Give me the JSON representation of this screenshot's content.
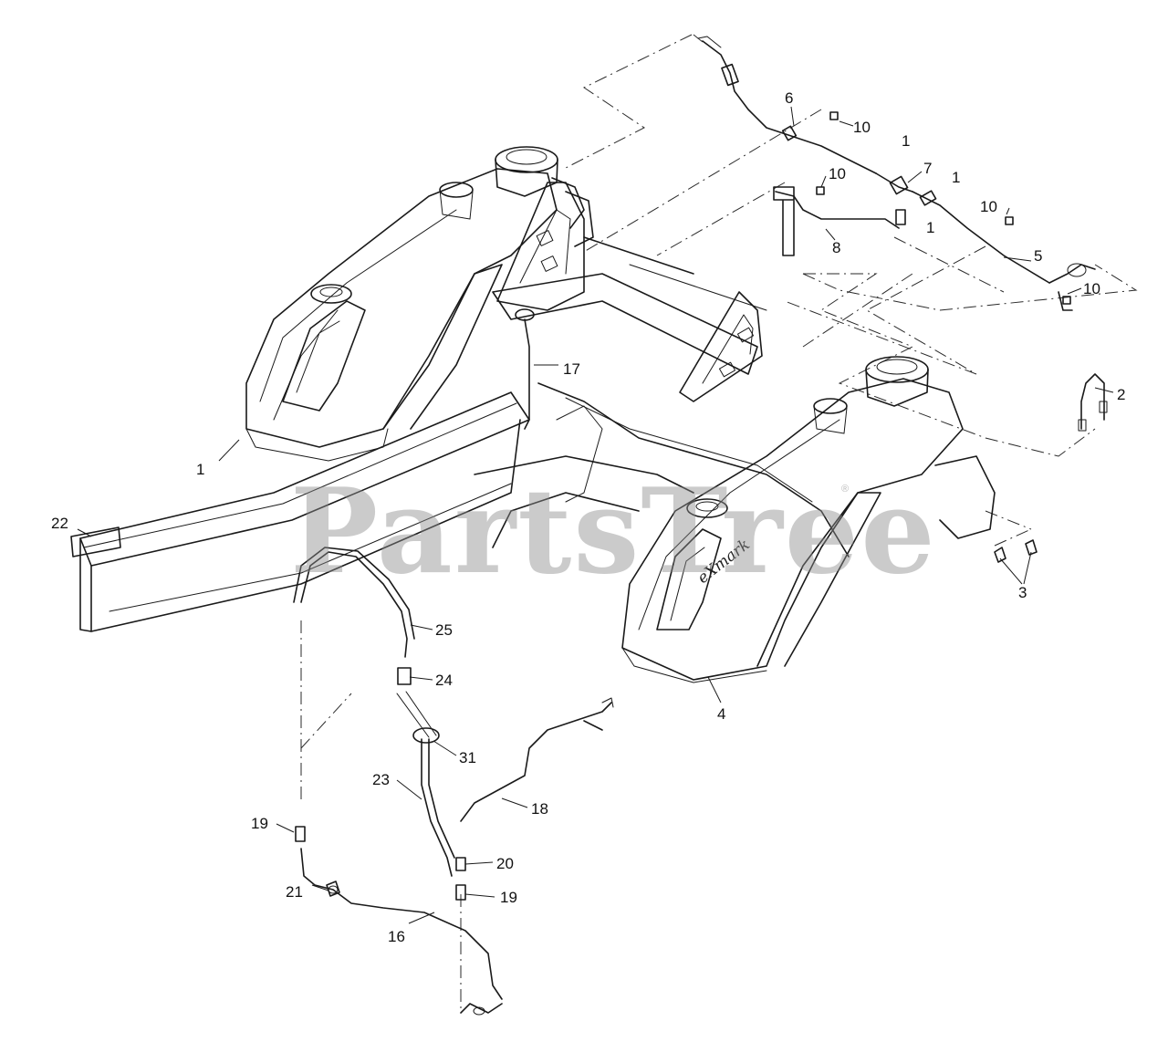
{
  "watermark": {
    "text": "PartsTree",
    "trademark": "®"
  },
  "tank_brand": "eXmark",
  "callouts": {
    "c1_frame": "1",
    "c1_a": "1",
    "c1_b": "1",
    "c1_c": "1",
    "c2": "2",
    "c3": "3",
    "c4": "4",
    "c5": "5",
    "c6": "6",
    "c7": "7",
    "c8": "8",
    "c10_a": "10",
    "c10_b": "10",
    "c10_c": "10",
    "c10_d": "10",
    "c16": "16",
    "c17": "17",
    "c18": "18",
    "c19_a": "19",
    "c19_b": "19",
    "c20": "20",
    "c21": "21",
    "c22": "22",
    "c23": "23",
    "c24": "24",
    "c25": "25",
    "c31": "31"
  }
}
